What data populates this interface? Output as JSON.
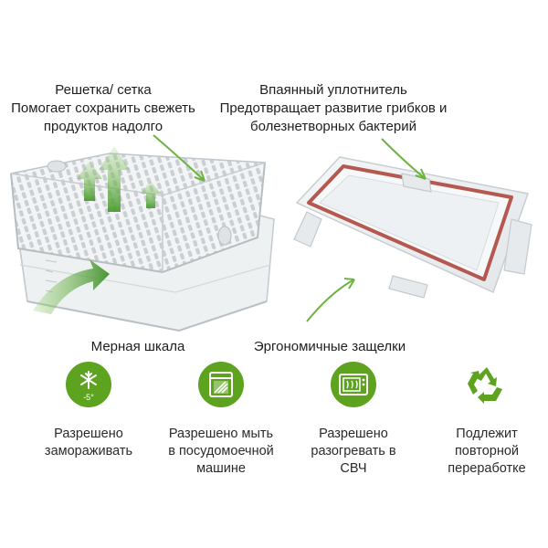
{
  "callouts": {
    "grid": {
      "title": "Решетка/ сетка",
      "line1": "Помогает сохранить свежеть",
      "line2": "продуктов надолго"
    },
    "seal": {
      "title": "Впаянный уплотнитель",
      "line1": "Предотвращает развитие грибков и",
      "line2": "болезнетворных бактерий"
    },
    "scale": {
      "title": "Мерная шкала"
    },
    "latches": {
      "title": "Эргономичные защелки"
    }
  },
  "features": [
    {
      "icon": "snowflake-icon",
      "badge": "-5°",
      "line1": "Разрешено",
      "line2": "замораживать",
      "line3": ""
    },
    {
      "icon": "dishwasher-icon",
      "badge": "",
      "line1": "Разрешено мыть",
      "line2": "в посудомоечной",
      "line3": "машине"
    },
    {
      "icon": "microwave-icon",
      "badge": "",
      "line1": "Разрешено",
      "line2": "разогревать в",
      "line3": "СВЧ"
    },
    {
      "icon": "recycle-icon",
      "badge": "",
      "line1": "Подлежит",
      "line2": "повторной",
      "line3": "переработке"
    }
  ],
  "colors": {
    "accent_green": "#5ea31f",
    "arrow_green": "#6cb33f",
    "seal_red": "#b5584f"
  }
}
